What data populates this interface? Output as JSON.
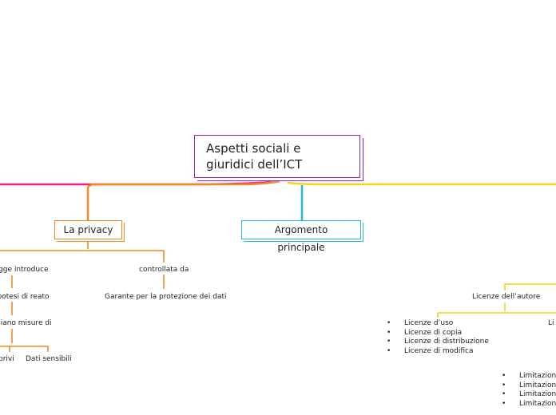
{
  "central": {
    "title": "Aspetti sociali e giuridici dell’ICT"
  },
  "topics": {
    "privacy": "La privacy",
    "argomento": "Argomento principale"
  },
  "privacy_branch": {
    "legge": "legge introduce",
    "controllata": "controllata da",
    "ipotesi": "ipotesi di reato",
    "misure": "siano misure di",
    "privi": "privi",
    "sensibili": "Dati sensibili",
    "garante": "Garante per la protezione dei dati"
  },
  "licenze": {
    "title": "Licenze dell’autore",
    "right_label": "Li",
    "items": [
      "Licenze d’uso",
      "Licenze di copia",
      "Licenze di distribuzione",
      "Licenze di modifica"
    ],
    "limitazioni": [
      "Limitazion",
      "Limitazion",
      "Limitazion",
      "Limitazion"
    ]
  },
  "colors": {
    "central": "#8e24c8",
    "pink": "#e91e8c",
    "orange": "#f08a24",
    "cyan": "#29b6d8",
    "yellow": "#f7d417"
  }
}
